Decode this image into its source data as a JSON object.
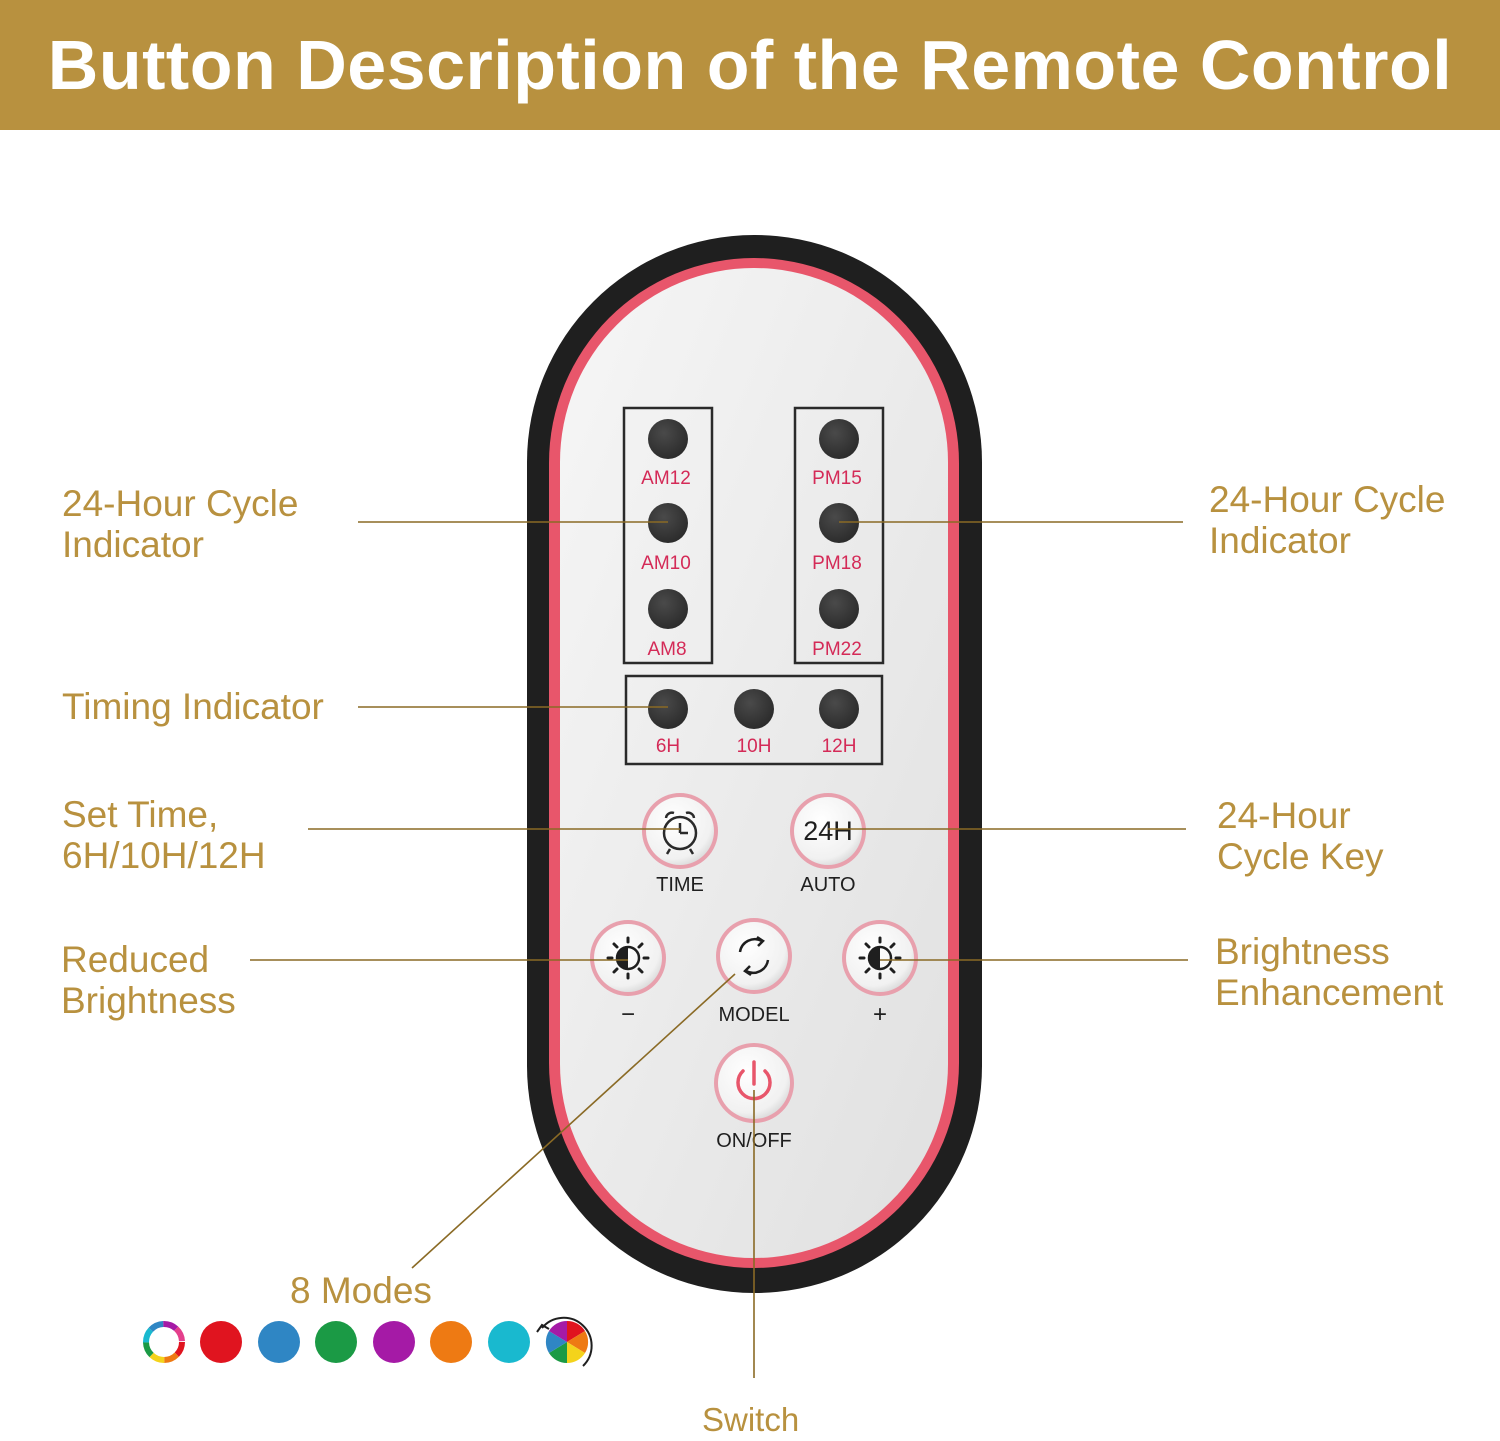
{
  "title": "Button Description of the Remote Control",
  "annotations": {
    "cycle_indicator_left": "24-Hour Cycle\nIndicator",
    "cycle_indicator_right": "24-Hour Cycle\nIndicator",
    "timing_indicator": "Timing Indicator",
    "set_time": "Set Time,\n6H/10H/12H",
    "cycle_key": "24-Hour\nCycle Key",
    "reduced_brightness": "Reduced\nBrightness",
    "brightness_enhancement": "Brightness\nEnhancement",
    "modes": "8 Modes",
    "switch": "Switch"
  },
  "remote": {
    "am_leds": [
      "AM12",
      "AM10",
      "AM8"
    ],
    "pm_leds": [
      "PM15",
      "PM18",
      "PM22"
    ],
    "timer_leds": [
      "6H",
      "10H",
      "12H"
    ],
    "time_button": "TIME",
    "auto_button_face": "24H",
    "auto_button": "AUTO",
    "minus_button": "−",
    "model_button": "MODEL",
    "plus_button": "+",
    "power_button": "ON/OFF"
  },
  "mode_colors": [
    {
      "name": "multicolor",
      "icon": "rainbow-ring-icon"
    },
    {
      "name": "red",
      "color": "#e0141f"
    },
    {
      "name": "blue",
      "color": "#2f86c4"
    },
    {
      "name": "green",
      "color": "#1b9a45"
    },
    {
      "name": "purple",
      "color": "#a51aa6"
    },
    {
      "name": "orange",
      "color": "#ee7a13"
    },
    {
      "name": "cyan",
      "color": "#19b9cf"
    },
    {
      "name": "color-cycle",
      "icon": "color-wheel-cycle-icon"
    }
  ],
  "colors": {
    "brand_gold": "#b8913f",
    "remote_body": "#1f1f1f",
    "remote_trim": "#e8566b",
    "remote_face": "#ececec",
    "label_pink": "#d42a57",
    "led": "#3a3a3a"
  }
}
